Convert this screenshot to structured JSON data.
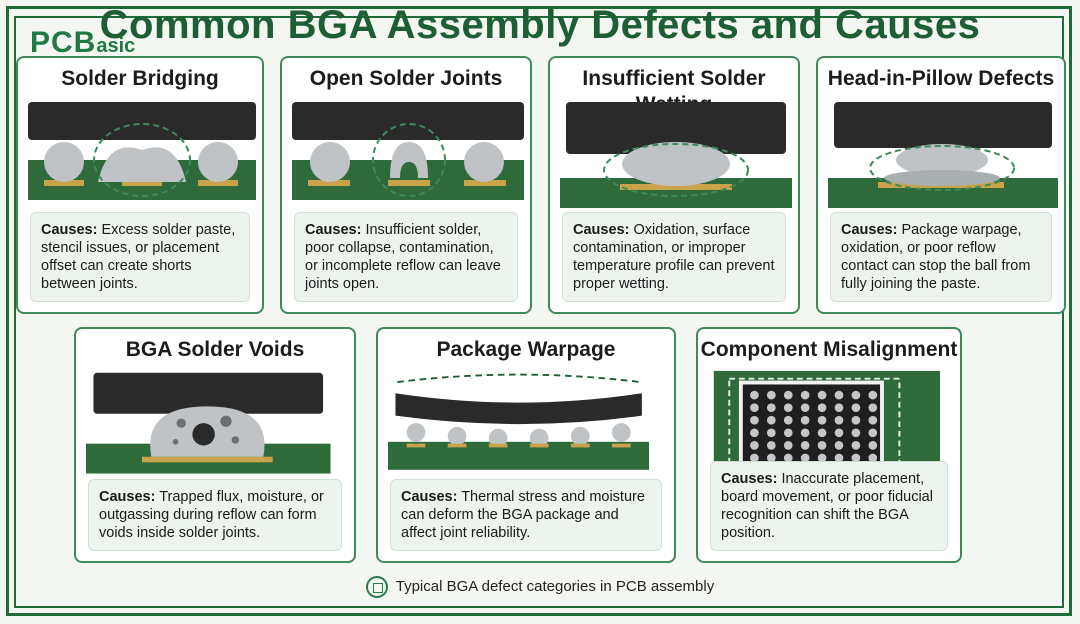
{
  "title": "Common BGA Assembly Defects and Causes",
  "logo": {
    "main": "PCB",
    "sub": "asic"
  },
  "cards": [
    {
      "title": "Solder Bridging",
      "cause_label": "Causes:",
      "cause_text": " Excess solder paste, stencil issues, or placement offset can create shorts between joints."
    },
    {
      "title": "Open Solder Joints",
      "cause_label": "Causes:",
      "cause_text": " Insufficient solder, poor collapse, contamination, or incomplete reflow can leave joints open."
    },
    {
      "title": "Insufficient Solder Wetting",
      "cause_label": "Causes:",
      "cause_text": " Oxidation, surface contamination, or improper temperature profile can prevent proper wetting."
    },
    {
      "title": "Head-in-Pillow Defects",
      "cause_label": "Causes:",
      "cause_text": " Package warpage, oxidation, or poor reflow contact can stop the ball from fully joining the paste."
    },
    {
      "title": "BGA Solder Voids",
      "cause_label": "Causes:",
      "cause_text": " Trapped flux, moisture, or outgassing during reflow can form voids inside solder joints."
    },
    {
      "title": "Package Warpage",
      "cause_label": "Causes:",
      "cause_text": " Thermal stress and moisture can deform the BGA package and affect joint reliability."
    },
    {
      "title": "Component Misalignment",
      "cause_label": "Causes:",
      "cause_text": " Inaccurate placement, board movement, or poor fiducial recognition can shift the BGA position."
    }
  ],
  "footer": "Typical BGA defect categories in PCB assembly",
  "colors": {
    "accent": "#1e5e34",
    "pcb": "#2f6b3a",
    "package": "#2a2a2a",
    "solder": "#bfc3c6",
    "pad": "#c9a24a"
  }
}
